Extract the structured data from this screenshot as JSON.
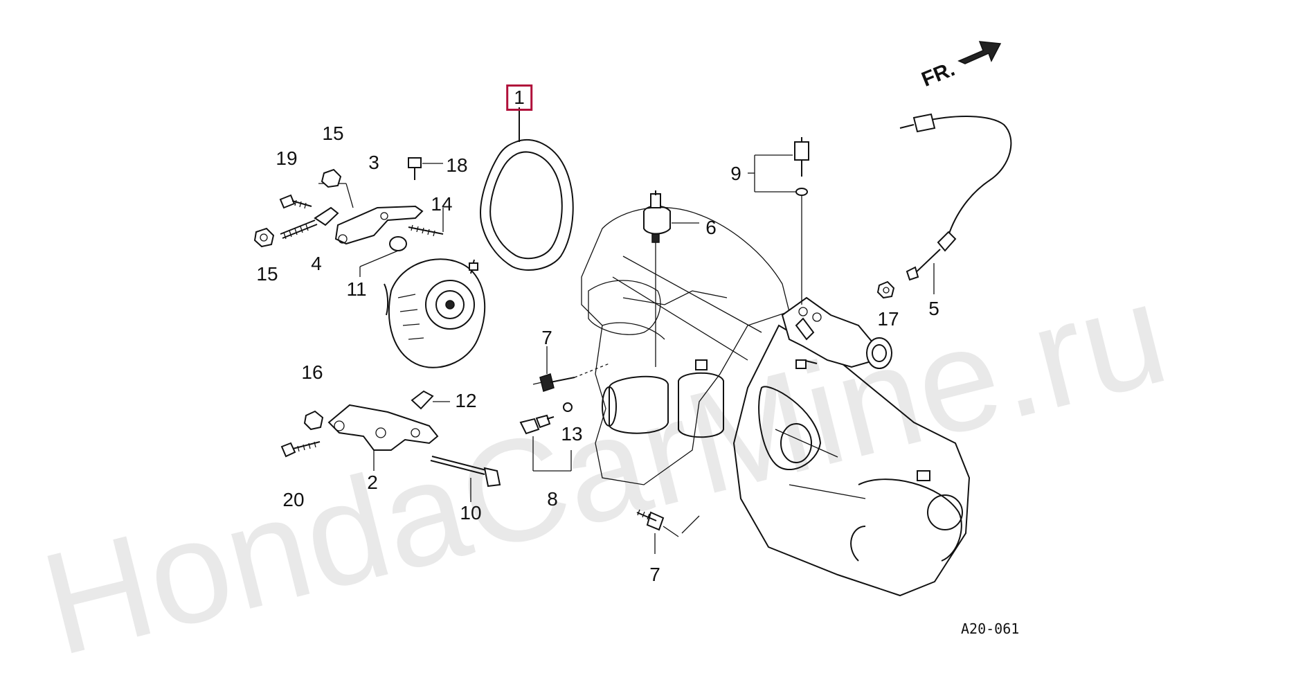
{
  "diagram": {
    "code": "A20-061",
    "direction_label": "FR.",
    "watermark": "HondaCarMine.ru",
    "selected_part": "1",
    "callouts": {
      "c1": "1",
      "c2": "2",
      "c3": "3",
      "c4": "4",
      "c5": "5",
      "c6": "6",
      "c7a": "7",
      "c7b": "7",
      "c8": "8",
      "c9": "9",
      "c10": "10",
      "c11": "11",
      "c12": "12",
      "c13": "13",
      "c14": "14",
      "c15a": "15",
      "c15b": "15",
      "c16": "16",
      "c17": "17",
      "c18": "18",
      "c19": "19",
      "c20": "20"
    }
  }
}
